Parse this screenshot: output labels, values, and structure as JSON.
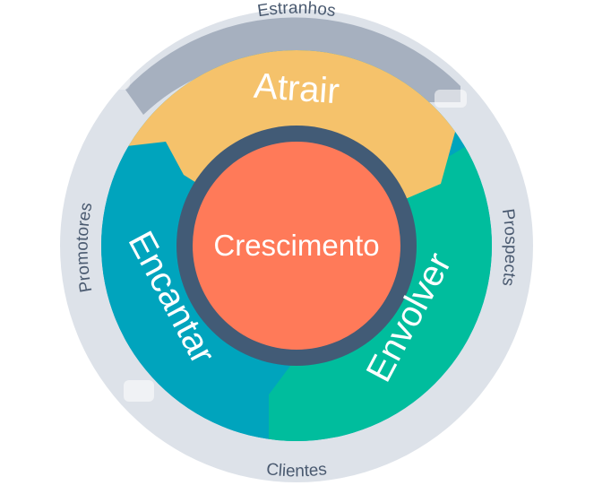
{
  "outer_ring": {
    "top": "Estranhos",
    "right": "Prospects",
    "bottom": "Clientes",
    "left": "Promotores"
  },
  "stages": {
    "attract": "Atrair",
    "engage": "Envolver",
    "delight": "Encantar"
  },
  "center": "Crescimento",
  "colors": {
    "outer_ring": "#dde2e9",
    "outer_arc_dark": "#a6b0bf",
    "attract": "#f5c26b",
    "engage": "#00bd9d",
    "delight": "#00a4bd",
    "hub_ring": "#425b76",
    "center": "#ff7a59",
    "ring_text": "#4a5a70"
  }
}
